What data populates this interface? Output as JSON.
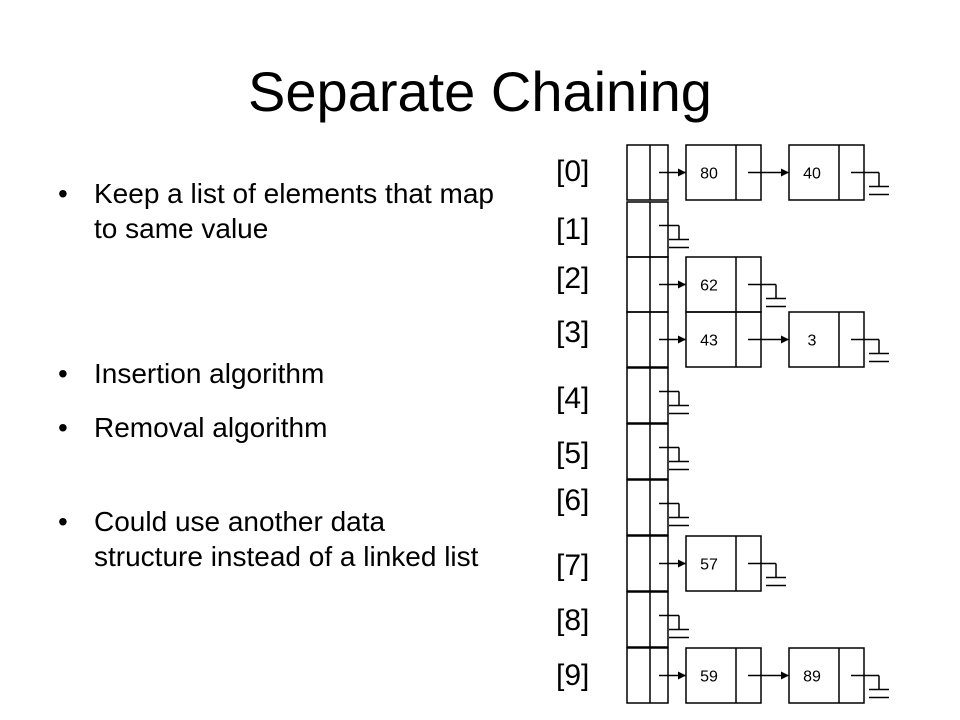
{
  "title": "Separate Chaining",
  "bullet_symbol": "•",
  "bullets": [
    "Keep a list of elements that map to same value",
    "Insertion algorithm",
    "Removal algorithm",
    "Could use another data structure instead of a linked list"
  ],
  "slots": [
    {
      "label": "[0]",
      "chain": [
        "80",
        "40"
      ]
    },
    {
      "label": "[1]",
      "chain": []
    },
    {
      "label": "[2]",
      "chain": [
        "62"
      ]
    },
    {
      "label": "[3]",
      "chain": [
        "43",
        "3"
      ]
    },
    {
      "label": "[4]",
      "chain": []
    },
    {
      "label": "[5]",
      "chain": []
    },
    {
      "label": "[6]",
      "chain": []
    },
    {
      "label": "[7]",
      "chain": [
        "57"
      ]
    },
    {
      "label": "[8]",
      "chain": []
    },
    {
      "label": "[9]",
      "chain": [
        "59",
        "89"
      ]
    }
  ]
}
